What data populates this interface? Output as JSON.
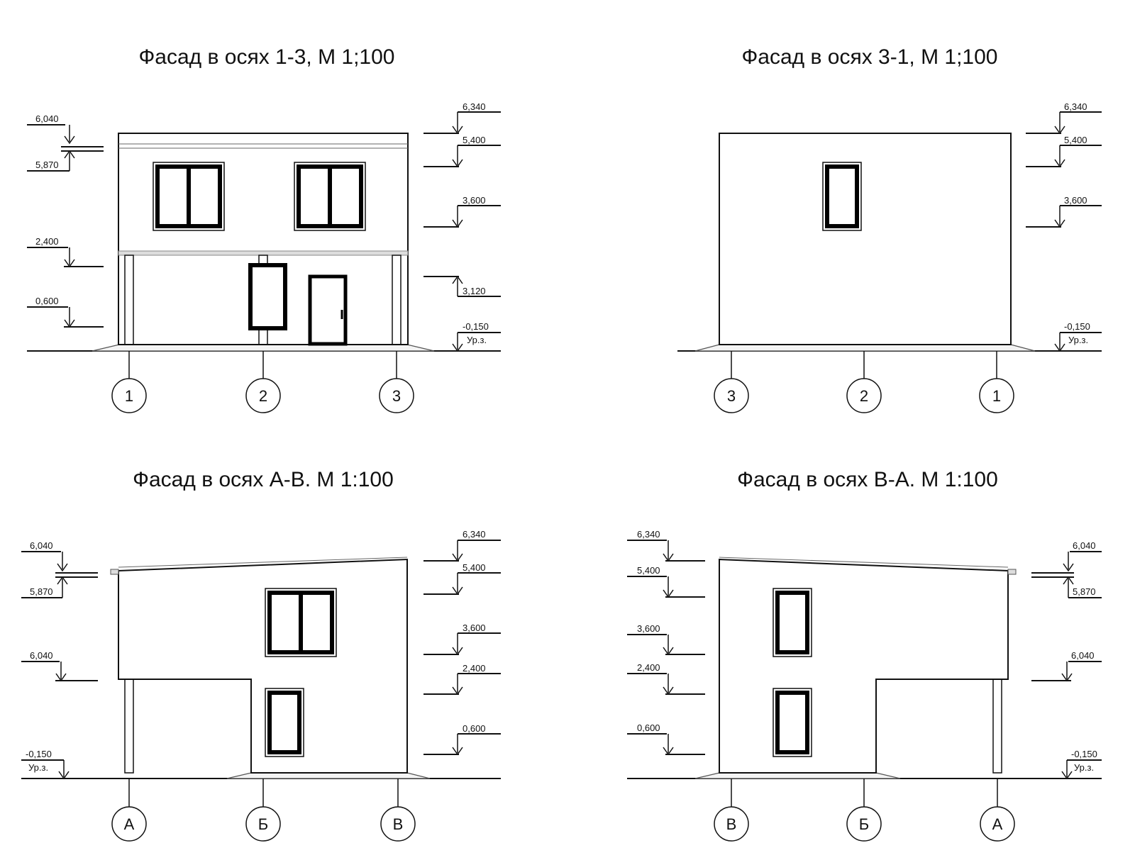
{
  "drawings": [
    {
      "title": "Фасад в осях 1-3, М 1;100",
      "left_levels": [
        "6,040",
        "5,870",
        "2,400",
        "0,600"
      ],
      "right_levels": [
        "6,340",
        "5,400",
        "3,600",
        "3,120",
        "-0,150",
        "Ур.з."
      ],
      "axes": [
        "1",
        "2",
        "3"
      ]
    },
    {
      "title": "Фасад в осях 3-1, М 1;100",
      "right_levels": [
        "6,340",
        "5,400",
        "3,600",
        "-0,150",
        "Ур.з."
      ],
      "axes": [
        "3",
        "2",
        "1"
      ]
    },
    {
      "title": "Фасад в осях А-В. М 1:100",
      "left_levels": [
        "6,040",
        "5,870",
        "6,040",
        "-0,150",
        "Ур.з."
      ],
      "right_levels": [
        "6,340",
        "5,400",
        "3,600",
        "2,400",
        "0,600"
      ],
      "axes": [
        "А",
        "Б",
        "В"
      ]
    },
    {
      "title": "Фасад в осях В-А. М 1:100",
      "left_levels": [
        "6,340",
        "5,400",
        "3,600",
        "2,400",
        "0,600"
      ],
      "right_levels": [
        "6,040",
        "5,870",
        "6,040",
        "-0,150",
        "Ур.з."
      ],
      "axes": [
        "В",
        "Б",
        "А"
      ]
    }
  ]
}
